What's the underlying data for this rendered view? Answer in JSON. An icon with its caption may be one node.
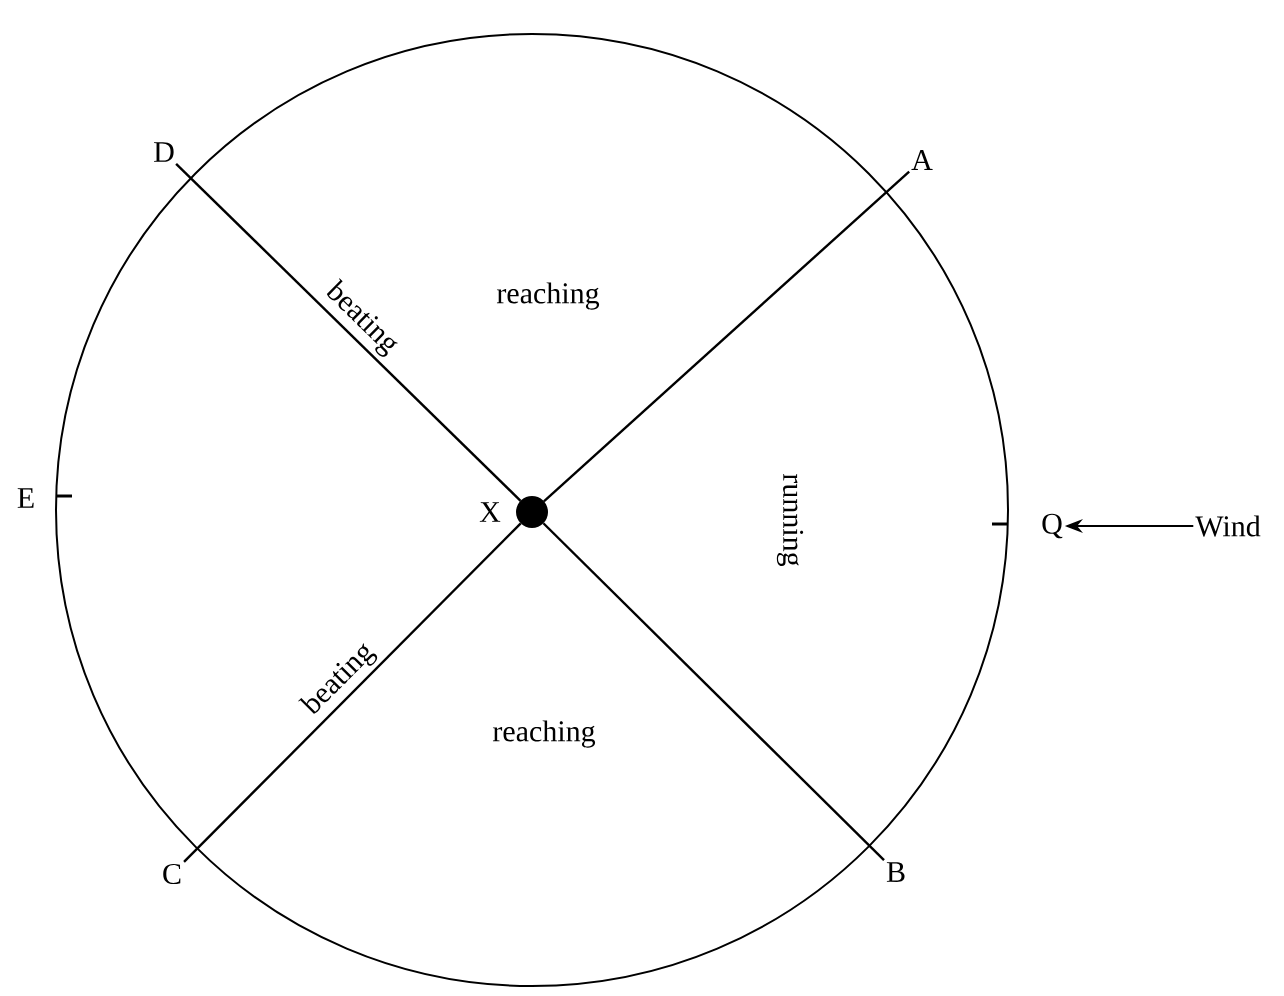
{
  "diagram": {
    "nodes": [
      {
        "text": [
          "D"
        ]
      },
      {
        "text": [
          "A"
        ]
      },
      {
        "text": [],
        "shape": "circle",
        "beside": [
          "X"
        ]
      },
      {
        "text": [
          "Q"
        ]
      },
      {
        "text": [
          "Wind"
        ]
      },
      {
        "text": [
          "C"
        ]
      },
      {
        "text": [
          "B"
        ]
      }
    ],
    "edges": [
      {
        "from": 2,
        "to": 0,
        "arrow": "none",
        "label": "beating"
      },
      {
        "from": 2,
        "to": 1,
        "arrow": "none"
      },
      {
        "from": 2,
        "to": 5,
        "arrow": "none",
        "label": "beating"
      },
      {
        "from": 2,
        "to": 6,
        "arrow": "none"
      },
      {
        "from": 4,
        "to": 3,
        "arrow": "to"
      }
    ],
    "labels": [
      "reaching",
      "E",
      "running",
      "reaching"
    ]
  }
}
